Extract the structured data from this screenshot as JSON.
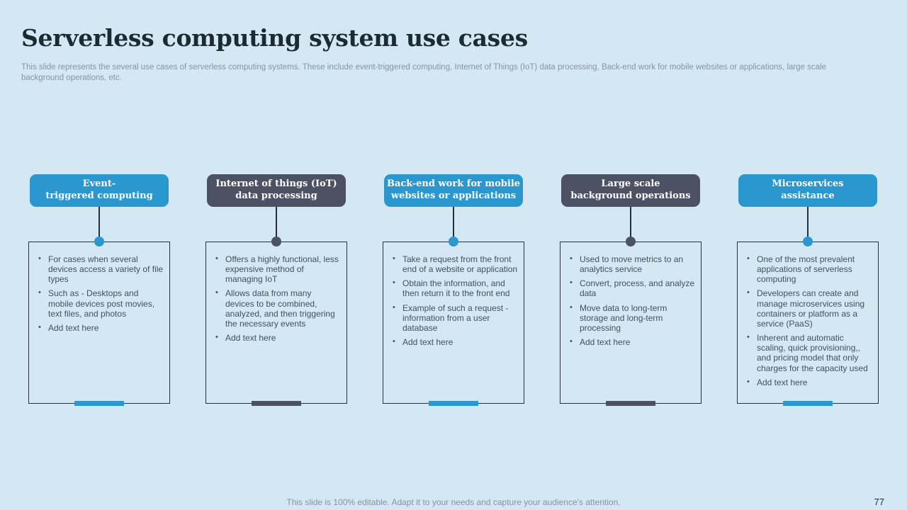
{
  "slide": {
    "title": "Serverless computing system use cases",
    "subtitle": "This slide represents the several use cases of serverless computing systems. These include event-triggered computing, Internet of Things (IoT) data processing, Back-end work for mobile websites or applications, large scale\nbackground operations, etc.",
    "footer_note": "This slide is 100% editable. Adapt it to your needs and capture your audience's attention.",
    "page_number": "77"
  },
  "colors": {
    "background": "#d4e8f4",
    "accent_blue": "#2b97cf",
    "accent_slate": "#4c5164",
    "box_border": "#22303f",
    "title_text": "#1b2a33",
    "body_text": "#41505e",
    "muted_text": "#87939d",
    "header_text": "#ffffff"
  },
  "columns": [
    {
      "accent": "blue",
      "header": "Event-\ntriggered computing",
      "bullets": [
        "For cases when several devices access a variety of file types",
        "Such as - Desktops and mobile devices post movies, text files, and photos",
        "Add text here"
      ]
    },
    {
      "accent": "slate",
      "header": "Internet of things (IoT)\ndata processing",
      "bullets": [
        "Offers a highly functional, less expensive method of managing IoT",
        "Allows data from many devices to be combined, analyzed, and then triggering the necessary events",
        "Add text here"
      ]
    },
    {
      "accent": "blue",
      "header": "Back-end work for mobile\nwebsites or applications",
      "bullets": [
        "Take a request from the front end of a website or application",
        "Obtain the information, and then return it to the front end",
        "Example of such a request - information from a user database",
        "Add text here"
      ]
    },
    {
      "accent": "slate",
      "header": "Large scale\nbackground operations",
      "bullets": [
        "Used to move metrics to an analytics service",
        "Convert, process, and analyze data",
        "Move data to long-term storage and long-term processing",
        "Add text here"
      ]
    },
    {
      "accent": "blue",
      "header": "Microservices\nassistance",
      "bullets": [
        "One of the most prevalent applications of serverless computing",
        "Developers can create and manage microservices using containers or platform as a service (PaaS)",
        "Inherent and automatic scaling, quick provisioning,, and pricing model that only charges for the capacity used",
        "Add text here"
      ]
    }
  ]
}
